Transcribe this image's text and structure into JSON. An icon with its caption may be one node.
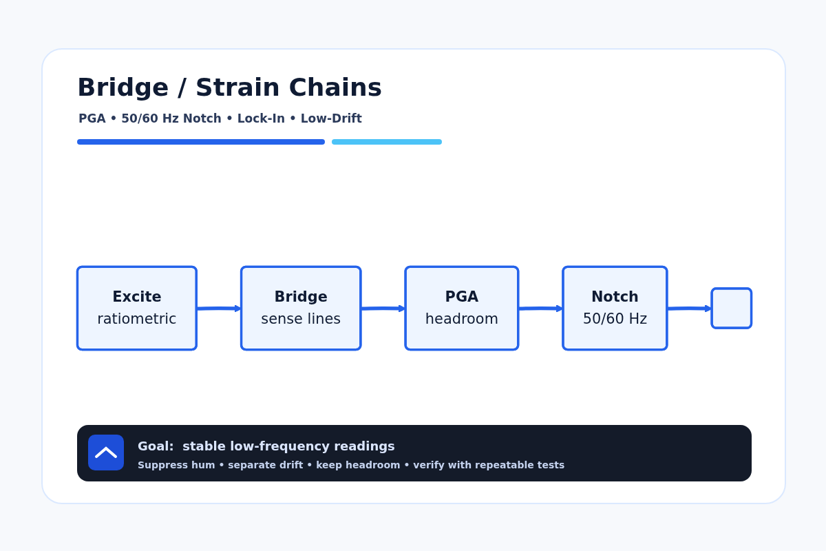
{
  "diagram": {
    "title": "Bridge / Strain Chains",
    "caption": "PGA • 50/60 Hz Notch • Lock-In • Low-Drift",
    "nodes": [
      {
        "text": [
          "Excite",
          "ratiometric"
        ]
      },
      {
        "text": [
          "Bridge",
          "sense lines"
        ]
      },
      {
        "text": [
          "PGA",
          "headroom"
        ]
      },
      {
        "text": [
          "Notch",
          "50/60 Hz"
        ]
      },
      {
        "text": [],
        "shape": "box"
      }
    ],
    "edges": [
      {
        "from": 0,
        "to": 1,
        "arrow": "to"
      },
      {
        "from": 1,
        "to": 2,
        "arrow": "to"
      },
      {
        "from": 2,
        "to": 3,
        "arrow": "to"
      },
      {
        "from": 3,
        "to": 4,
        "arrow": "to"
      }
    ],
    "labels": [
      "Goal:  stable low-frequency readings",
      "Suppress hum • separate drift • keep headroom • verify with repeatable tests"
    ]
  }
}
